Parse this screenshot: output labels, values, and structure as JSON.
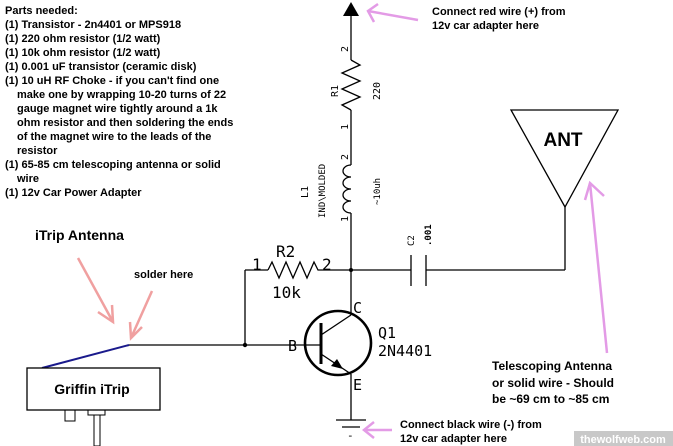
{
  "parts": {
    "title": "Parts needed:",
    "lines": [
      "(1) Transistor - 2n4401 or MPS918",
      "(1) 220 ohm resistor (1/2 watt)",
      "(1) 10k ohm resistor (1/2 watt)",
      "(1) 0.001 uF transistor (ceramic disk)",
      "(1) 10 uH RF Choke - if you can't find one",
      "    make one by wrapping 10-20 turns of 22",
      "    gauge magnet wire tightly around a 1k",
      "    ohm resistor and then soldering the ends",
      "    of the magnet wire to the leads of the",
      "    resistor",
      "(1) 65-85 cm telescoping antenna or solid",
      "    wire",
      "(1) 12v Car Power Adapter"
    ]
  },
  "annotations": {
    "red_wire": [
      "Connect red wire (+) from",
      "12v car adapter here"
    ],
    "black_wire": [
      "Connect black wire (-) from",
      "12v car adapter here"
    ],
    "itrip_antenna": "iTrip Antenna",
    "solder_here": "solder here",
    "telescoping": [
      "Telescoping Antenna",
      "or solid wire - Should",
      "be ~69 cm to ~85 cm"
    ]
  },
  "components": {
    "r1": {
      "ref": "R1",
      "value": "220",
      "pin1": "1",
      "pin2": "2"
    },
    "l1": {
      "ref": "L1",
      "type": "IND\\MOLDED",
      "value": "~10uh",
      "pin1": "1",
      "pin2": "2"
    },
    "r2": {
      "ref": "R2",
      "value": "10k",
      "pin1": "1",
      "pin2": "2"
    },
    "c2": {
      "ref": "C2",
      "value": ".001"
    },
    "q1": {
      "ref": "Q1",
      "part": "2N4401",
      "base": "B",
      "collector": "C",
      "emitter": "E"
    },
    "antenna": "ANT",
    "device": "Griffin iTrip",
    "ground_minus": "-"
  },
  "watermark": "thewolfweb.com",
  "colors": {
    "arrow_pink": "#e39be6",
    "arrow_salmon": "#f0a0a0",
    "itrip_wire": "#1a1a8c"
  }
}
